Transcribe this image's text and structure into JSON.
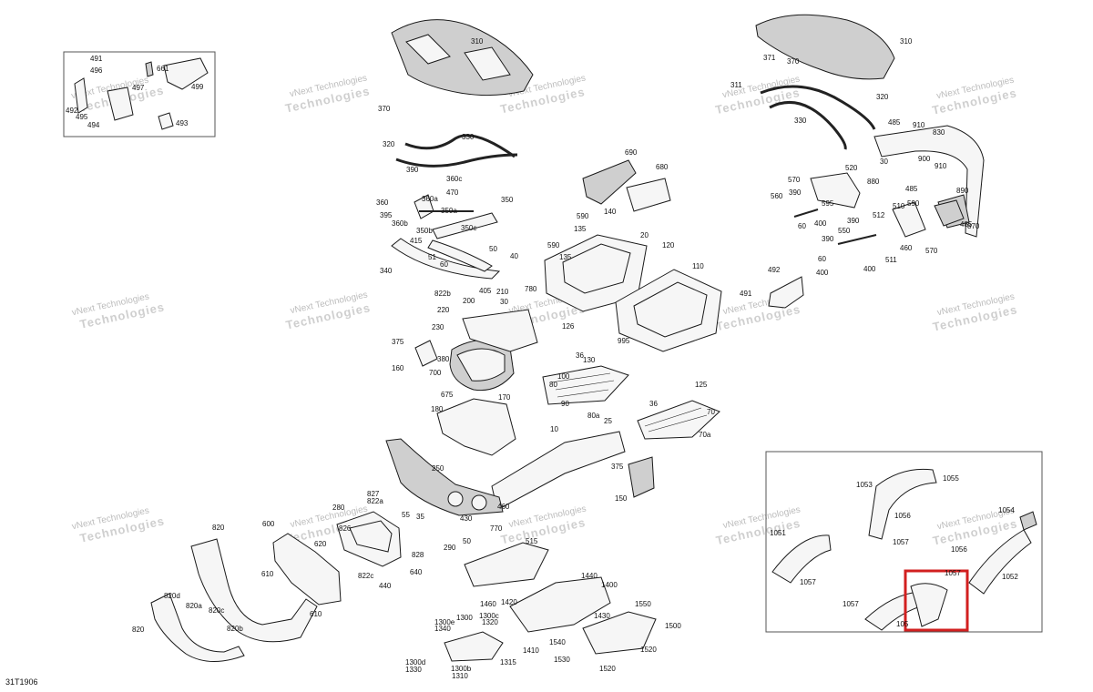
{
  "diagram": {
    "id_label": "31T1906",
    "watermark_line1": "vNext Technologies",
    "watermark_line2": "Technologies",
    "highlight_color": "#d21f1f",
    "callouts": [
      "491",
      "496",
      "661",
      "497",
      "499",
      "492",
      "495",
      "494",
      "493",
      "310",
      "370",
      "320",
      "330",
      "390",
      "360c",
      "470",
      "360",
      "360a",
      "395",
      "360b",
      "350a",
      "350",
      "350c",
      "350b",
      "415",
      "51",
      "60",
      "50",
      "340",
      "822b",
      "405",
      "40",
      "210",
      "200",
      "220",
      "30",
      "230",
      "375",
      "160",
      "380",
      "700",
      "675",
      "170",
      "180",
      "25",
      "10",
      "375",
      "150",
      "250",
      "827",
      "822a",
      "280",
      "600",
      "620",
      "826",
      "820",
      "640",
      "610",
      "822c",
      "55",
      "35",
      "828",
      "440",
      "460",
      "430",
      "770",
      "290",
      "50",
      "515",
      "610",
      "820d",
      "820a",
      "820c",
      "820b",
      "820",
      "690",
      "680",
      "140",
      "590",
      "135",
      "20",
      "120",
      "590",
      "135",
      "780",
      "110",
      "126",
      "36",
      "130",
      "100",
      "80",
      "90",
      "80a",
      "995",
      "125",
      "36",
      "70",
      "70a",
      "371",
      "311",
      "370",
      "310",
      "320",
      "330",
      "485",
      "910",
      "830",
      "30",
      "900",
      "880",
      "485",
      "910",
      "890",
      "570",
      "520",
      "560",
      "390",
      "595",
      "60",
      "400",
      "590",
      "510",
      "460",
      "570",
      "870",
      "485",
      "512",
      "550",
      "390",
      "400",
      "511",
      "400",
      "390",
      "60",
      "492",
      "491",
      "1053",
      "1055",
      "1056",
      "1054",
      "1051",
      "1057",
      "1056",
      "1052",
      "1057",
      "1057",
      "1057",
      "105",
      "1440",
      "1400",
      "1460",
      "1420",
      "1550",
      "1300e",
      "1300",
      "1320",
      "1340",
      "1300c",
      "1430",
      "1500",
      "1410",
      "1540",
      "1520",
      "1530",
      "1520",
      "1300d",
      "1330",
      "1300b",
      "1310",
      "1315"
    ]
  }
}
